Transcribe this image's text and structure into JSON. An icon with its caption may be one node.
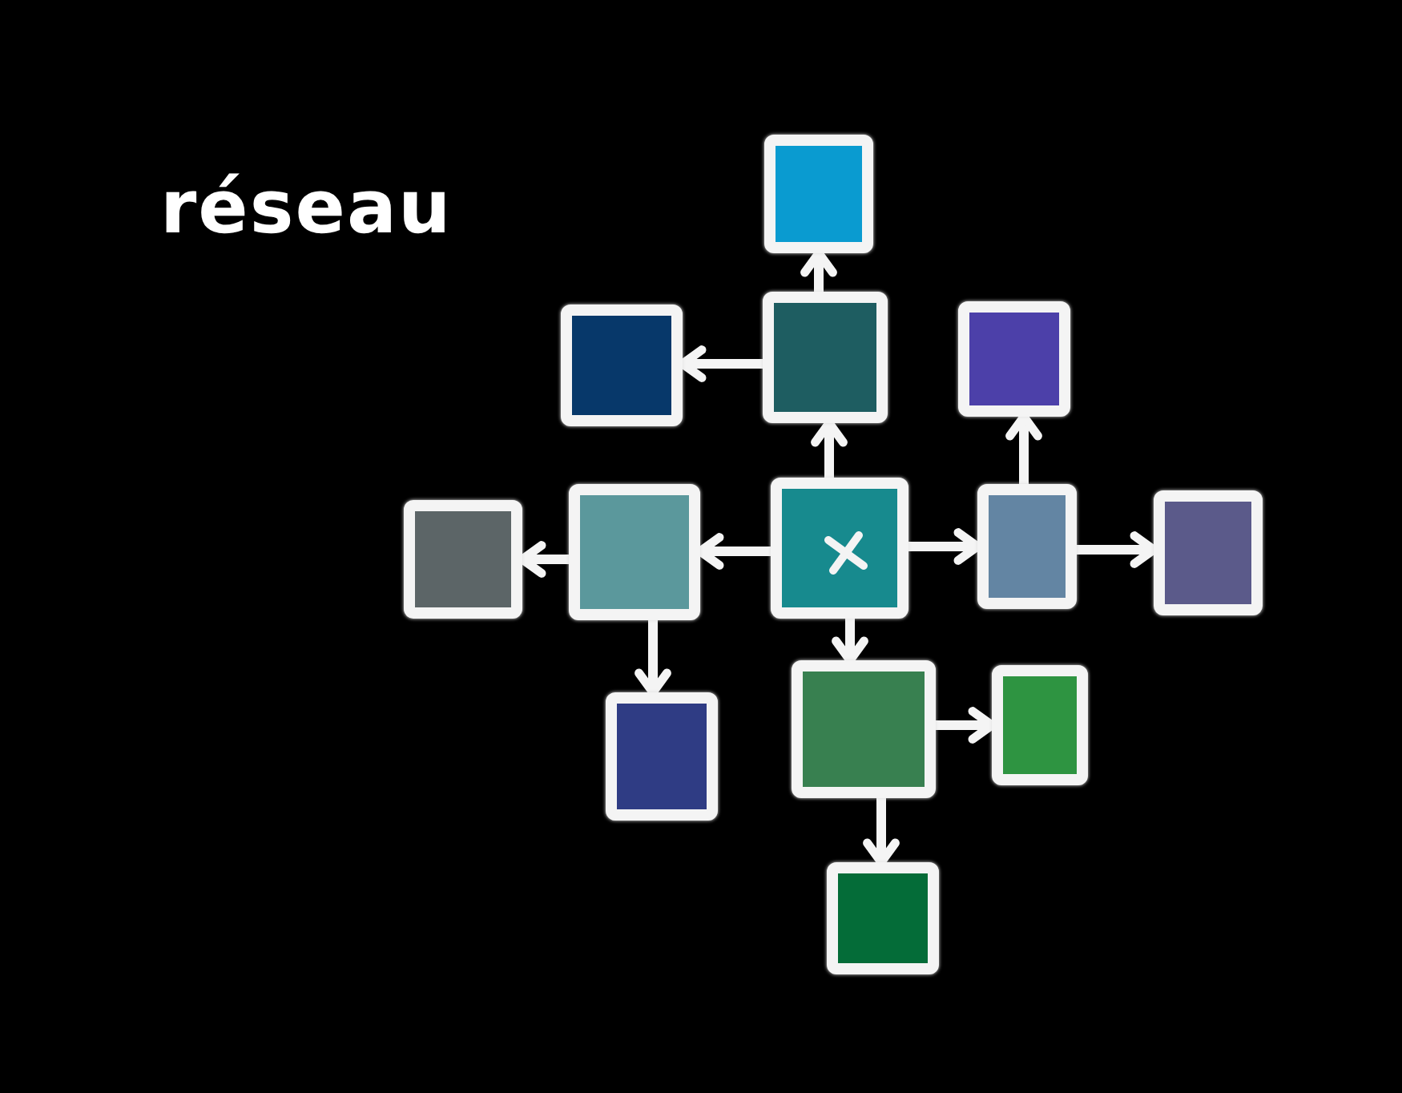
{
  "diagram": {
    "title": "réseau",
    "nodes": [
      {
        "text": [],
        "shape": "box"
      },
      {
        "text": [],
        "shape": "box"
      },
      {
        "text": [],
        "shape": "box"
      },
      {
        "text": [],
        "shape": "box"
      },
      {
        "text": [],
        "shape": "box"
      },
      {
        "text": [],
        "shape": "box"
      },
      {
        "text": [],
        "shape": "box"
      },
      {
        "text": [],
        "shape": "box"
      },
      {
        "text": [],
        "shape": "box"
      },
      {
        "text": [],
        "shape": "box"
      },
      {
        "text": [],
        "shape": "box"
      },
      {
        "text": [],
        "shape": "box"
      },
      {
        "text": [],
        "shape": "box"
      }
    ],
    "edges": [
      {
        "from": 2,
        "to": 0,
        "arrow": "to"
      },
      {
        "from": 2,
        "to": 1,
        "arrow": "to"
      },
      {
        "from": 6,
        "to": 2,
        "arrow": "to"
      },
      {
        "from": 7,
        "to": 3,
        "arrow": "to"
      },
      {
        "from": 6,
        "to": 5,
        "arrow": "to"
      },
      {
        "from": 5,
        "to": 4,
        "arrow": "to"
      },
      {
        "from": 6,
        "to": 7,
        "arrow": "to"
      },
      {
        "from": 7,
        "to": 8,
        "arrow": "to"
      },
      {
        "from": 5,
        "to": 9,
        "arrow": "to"
      },
      {
        "from": 6,
        "to": 10,
        "arrow": "to"
      },
      {
        "from": 10,
        "to": 11,
        "arrow": "to"
      },
      {
        "from": 10,
        "to": 12,
        "arrow": "to"
      }
    ]
  }
}
